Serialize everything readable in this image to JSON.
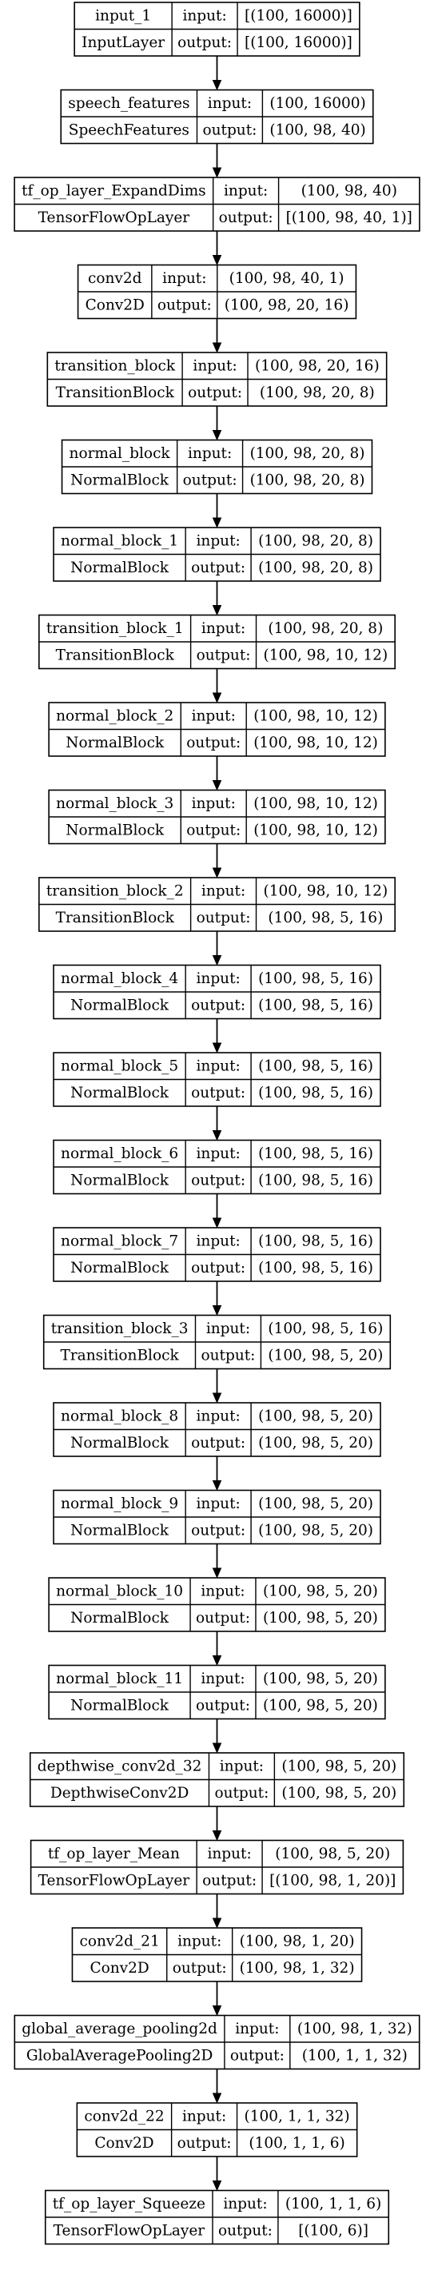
{
  "layers": [
    {
      "name": "input_1",
      "type": "InputLayer",
      "input": "[(100, 16000)]",
      "output": "[(100, 16000)]"
    },
    {
      "name": "speech_features",
      "type": "SpeechFeatures",
      "input": "(100, 16000)",
      "output": "(100, 98, 40)"
    },
    {
      "name": "tf_op_layer_ExpandDims",
      "type": "TensorFlowOpLayer",
      "input": "(100, 98, 40)",
      "output": "[(100, 98, 40, 1)]"
    },
    {
      "name": "conv2d",
      "type": "Conv2D",
      "input": "(100, 98, 40, 1)",
      "output": "(100, 98, 20, 16)"
    },
    {
      "name": "transition_block",
      "type": "TransitionBlock",
      "input": "(100, 98, 20, 16)",
      "output": "(100, 98, 20, 8)"
    },
    {
      "name": "normal_block",
      "type": "NormalBlock",
      "input": "(100, 98, 20, 8)",
      "output": "(100, 98, 20, 8)"
    },
    {
      "name": "normal_block_1",
      "type": "NormalBlock",
      "input": "(100, 98, 20, 8)",
      "output": "(100, 98, 20, 8)"
    },
    {
      "name": "transition_block_1",
      "type": "TransitionBlock",
      "input": "(100, 98, 20, 8)",
      "output": "(100, 98, 10, 12)"
    },
    {
      "name": "normal_block_2",
      "type": "NormalBlock",
      "input": "(100, 98, 10, 12)",
      "output": "(100, 98, 10, 12)"
    },
    {
      "name": "normal_block_3",
      "type": "NormalBlock",
      "input": "(100, 98, 10, 12)",
      "output": "(100, 98, 10, 12)"
    },
    {
      "name": "transition_block_2",
      "type": "TransitionBlock",
      "input": "(100, 98, 10, 12)",
      "output": "(100, 98, 5, 16)"
    },
    {
      "name": "normal_block_4",
      "type": "NormalBlock",
      "input": "(100, 98, 5, 16)",
      "output": "(100, 98, 5, 16)"
    },
    {
      "name": "normal_block_5",
      "type": "NormalBlock",
      "input": "(100, 98, 5, 16)",
      "output": "(100, 98, 5, 16)"
    },
    {
      "name": "normal_block_6",
      "type": "NormalBlock",
      "input": "(100, 98, 5, 16)",
      "output": "(100, 98, 5, 16)"
    },
    {
      "name": "normal_block_7",
      "type": "NormalBlock",
      "input": "(100, 98, 5, 16)",
      "output": "(100, 98, 5, 16)"
    },
    {
      "name": "transition_block_3",
      "type": "TransitionBlock",
      "input": "(100, 98, 5, 16)",
      "output": "(100, 98, 5, 20)"
    },
    {
      "name": "normal_block_8",
      "type": "NormalBlock",
      "input": "(100, 98, 5, 20)",
      "output": "(100, 98, 5, 20)"
    },
    {
      "name": "normal_block_9",
      "type": "NormalBlock",
      "input": "(100, 98, 5, 20)",
      "output": "(100, 98, 5, 20)"
    },
    {
      "name": "normal_block_10",
      "type": "NormalBlock",
      "input": "(100, 98, 5, 20)",
      "output": "(100, 98, 5, 20)"
    },
    {
      "name": "normal_block_11",
      "type": "NormalBlock",
      "input": "(100, 98, 5, 20)",
      "output": "(100, 98, 5, 20)"
    },
    {
      "name": "depthwise_conv2d_32",
      "type": "DepthwiseConv2D",
      "input": "(100, 98, 5, 20)",
      "output": "(100, 98, 5, 20)"
    },
    {
      "name": "tf_op_layer_Mean",
      "type": "TensorFlowOpLayer",
      "input": "(100, 98, 5, 20)",
      "output": "[(100, 98, 1, 20)]"
    },
    {
      "name": "conv2d_21",
      "type": "Conv2D",
      "input": "(100, 98, 1, 20)",
      "output": "(100, 98, 1, 32)"
    },
    {
      "name": "global_average_pooling2d",
      "type": "GlobalAveragePooling2D",
      "input": "(100, 98, 1, 32)",
      "output": "(100, 1, 1, 32)"
    },
    {
      "name": "conv2d_22",
      "type": "Conv2D",
      "input": "(100, 1, 1, 32)",
      "output": "(100, 1, 1, 6)"
    },
    {
      "name": "tf_op_layer_Squeeze",
      "type": "TensorFlowOpLayer",
      "input": "(100, 1, 1, 6)",
      "output": "[(100, 6)]"
    }
  ],
  "labels": {
    "input": "input:",
    "output": "output:"
  }
}
